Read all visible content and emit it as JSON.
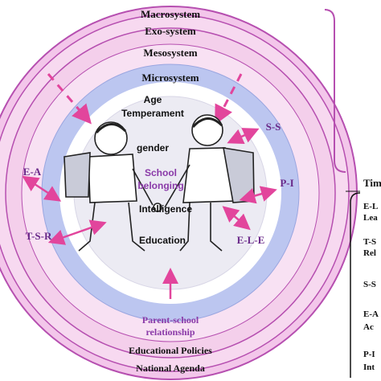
{
  "rings": {
    "macrosystem": "Macrosystem",
    "exosystem": "Exo-system",
    "mesosystem": "Mesosystem",
    "microsystem": "Microsystem"
  },
  "center": {
    "age": "Age",
    "temperament": "Temperament",
    "gender": "gender",
    "school_belonging_1": "School",
    "school_belonging_2": "belonging",
    "intelligence": "Intelligence",
    "education": "Education"
  },
  "codes": {
    "ss": "S-S",
    "ea": "E-A",
    "pi": "P-I",
    "tsr": "T-S-R",
    "ele": "E-L-E"
  },
  "bottom": {
    "parent_school_1": "Parent-school",
    "parent_school_2": "relationship",
    "policies": "Educational  Policies",
    "agenda": "National Agenda"
  },
  "sidebar": {
    "title": "Tim",
    "items": [
      {
        "line1": "E-L",
        "line2": "Lea"
      },
      {
        "line1": "T-S",
        "line2": "Rel"
      },
      {
        "line1": "S-S",
        "line2": ""
      },
      {
        "line1": "E-A",
        "line2": "Ac"
      },
      {
        "line1": "P-I",
        "line2": "Int"
      }
    ]
  },
  "colors": {
    "ring_outer": "#f3c6ea",
    "ring_outline": "#b64fb0",
    "ring_exo": "#f6d3ee",
    "ring_meso": "#f7dff2",
    "ring_micro": "#b9c4ef",
    "ring_white": "#ffffff",
    "core": "#ecebf3",
    "arrow": "#e2459c",
    "code_text": "#6a2a8a"
  }
}
